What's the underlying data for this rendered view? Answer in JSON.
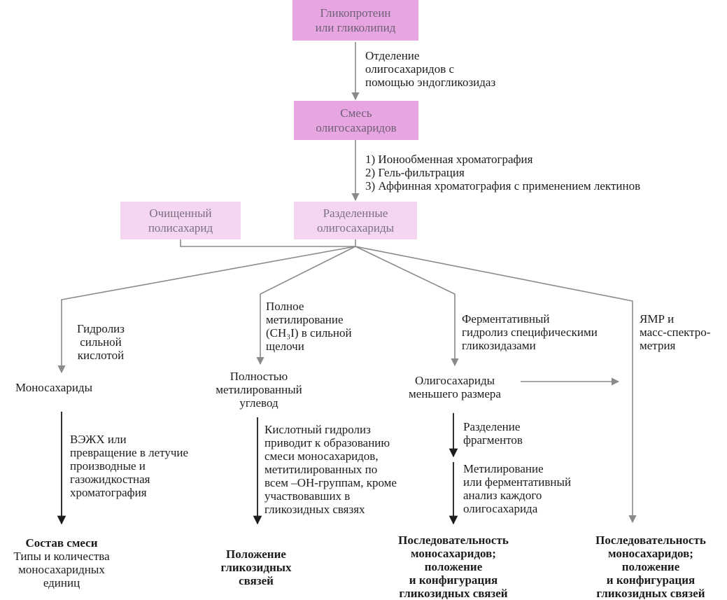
{
  "boxes": {
    "glyco": [
      "Гликопротеин",
      "или гликолипид"
    ],
    "mix": [
      "Смесь",
      "олигосахаридов"
    ],
    "purified": [
      "Очищенный",
      "полисахарид"
    ],
    "separated": [
      "Разделенные",
      "олигосахариды"
    ]
  },
  "steps": {
    "release": [
      "Отделение",
      "олигосахаридов с",
      "помощью эндогликозидаз"
    ],
    "chromatography": [
      "1) Ионообменная хроматография",
      "2) Гель-фильтрация",
      "3) Аффинная хроматография с применением лектинов"
    ],
    "acid_hydrolysis": [
      "Гидролиз",
      "сильной",
      "кислотой"
    ],
    "methylation": [
      "Полное",
      "метилирование",
      "(CH₃I) в сильной",
      "щелочи"
    ],
    "enzymatic": [
      "Ферментативный",
      "гидролиз специфическими",
      "гликозидазами"
    ],
    "nmr": [
      "ЯМР и",
      "масс-спектро-",
      "метрия"
    ],
    "hplc": [
      "ВЭЖХ или",
      "превращение в летучие",
      "производные и",
      "газожидкостная",
      "хроматография"
    ],
    "acid_methyl": [
      "Кислотный гидролиз",
      "приводит к образованию",
      "смеси моносахаридов,",
      "метитилированных по",
      "всем –OH-группам, кроме",
      "участвовавших в",
      "гликозидных связях"
    ],
    "frag_sep": [
      "Разделение",
      "фрагментов"
    ],
    "methyl_enzyme": [
      "Метилирование",
      "или ферментативный",
      "анализ каждого",
      "олигосахарида"
    ]
  },
  "intermediates": {
    "monosaccharides": "Моносахариды",
    "methylated": [
      "Полностью",
      "метилированный",
      "углевод"
    ],
    "smaller": [
      "Олигосахариды",
      "меньшего размера"
    ]
  },
  "results": {
    "composition_title": "Состав смеси",
    "composition_text": [
      "Типы и количества",
      "моносахаридных",
      "единиц"
    ],
    "positions": [
      "Положение",
      "гликозидных",
      "связей"
    ],
    "sequence_left": [
      "Последовательность",
      "моносахаридов;",
      "положение",
      "и конфигурация",
      "гликозидных связей"
    ],
    "sequence_right": [
      "Последовательность",
      "моносахаридов;",
      "положение",
      "и конфигурация",
      "гликозидных связей"
    ]
  },
  "colors": {
    "box_dark": "#e7a6e2",
    "box_light": "#f4d6f1",
    "line": "#8a8a8a",
    "text": "#1c1c1c"
  }
}
